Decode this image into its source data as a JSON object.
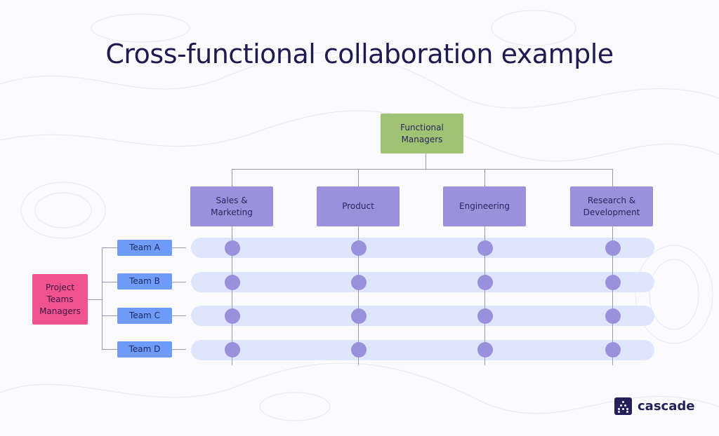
{
  "title": "Cross-functional collaboration example",
  "functional_managers": {
    "label": "Functional Managers",
    "color": "#9fc372"
  },
  "departments": [
    {
      "label": "Sales & Marketing"
    },
    {
      "label": "Product"
    },
    {
      "label": "Engineering"
    },
    {
      "label": "Research & Development"
    }
  ],
  "project_managers": {
    "label": "Project Teams Managers",
    "color": "#f0538e"
  },
  "teams": [
    {
      "label": "Team A"
    },
    {
      "label": "Team B"
    },
    {
      "label": "Team C"
    },
    {
      "label": "Team D"
    }
  ],
  "colors": {
    "department": "#9b90dc",
    "team": "#6e9bf7",
    "band": "#dde6fd",
    "title": "#1f1a4f"
  },
  "logo": {
    "text": "cascade",
    "icon": "cascade-logo-icon"
  }
}
